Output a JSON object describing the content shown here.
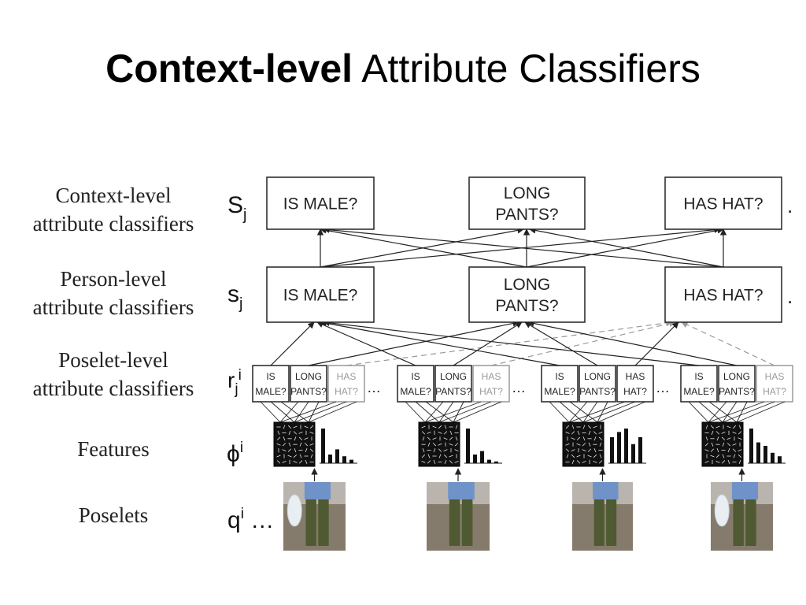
{
  "title": {
    "bold": "Context-level",
    "regular": " Attribute Classifiers"
  },
  "row_labels": {
    "context": [
      "Context-level",
      "attribute classifiers"
    ],
    "person": [
      "Person-level",
      "attribute classifiers"
    ],
    "poselet": [
      "Poselet-level",
      "attribute classifiers"
    ],
    "features": "Features",
    "poselets": "Poselets"
  },
  "symbols": {
    "context": {
      "main": "S",
      "sub": "j"
    },
    "person": {
      "main": "s",
      "sub": "j"
    },
    "poselet": {
      "main": "r",
      "sub": "j",
      "sup": "i"
    },
    "features": {
      "main": "ϕ",
      "sup": "i"
    },
    "poselets": {
      "main": "q",
      "sup": "i",
      "tail": " …"
    }
  },
  "context_boxes": [
    {
      "lines": [
        "IS MALE?"
      ]
    },
    {
      "lines": [
        "LONG",
        "PANTS?"
      ]
    },
    {
      "lines": [
        "HAS HAT?"
      ]
    }
  ],
  "person_boxes": [
    {
      "lines": [
        "IS MALE?"
      ]
    },
    {
      "lines": [
        "LONG",
        "PANTS?"
      ]
    },
    {
      "lines": [
        "HAS HAT?"
      ]
    }
  ],
  "trailing_dots": ".",
  "poselet_groups": [
    {
      "boxes": [
        {
          "lines": [
            "IS",
            "MALE?"
          ]
        },
        {
          "lines": [
            "LONG",
            "PANTS?"
          ]
        },
        {
          "lines": [
            "HAS",
            "HAT?"
          ],
          "faded": true
        }
      ],
      "ellipsis": "…"
    },
    {
      "boxes": [
        {
          "lines": [
            "IS",
            "MALE?"
          ]
        },
        {
          "lines": [
            "LONG",
            "PANTS?"
          ]
        },
        {
          "lines": [
            "HAS",
            "HAT?"
          ],
          "faded": true
        }
      ],
      "ellipsis": "…"
    },
    {
      "boxes": [
        {
          "lines": [
            "IS",
            "MALE?"
          ]
        },
        {
          "lines": [
            "LONG",
            "PANTS?"
          ]
        },
        {
          "lines": [
            "HAS",
            "HAT?"
          ]
        }
      ],
      "ellipsis": "…"
    },
    {
      "boxes": [
        {
          "lines": [
            "IS",
            "MALE?"
          ]
        },
        {
          "lines": [
            "LONG",
            "PANTS?"
          ]
        },
        {
          "lines": [
            "HAS",
            "HAT?"
          ],
          "faded": true
        }
      ],
      "ellipsis": ""
    }
  ],
  "histograms": [
    [
      1.0,
      0.25,
      0.4,
      0.2,
      0.1
    ],
    [
      1.0,
      0.25,
      0.35,
      0.1,
      0.05
    ],
    [
      0.75,
      0.9,
      1.0,
      0.55,
      0.75
    ],
    [
      1.0,
      0.6,
      0.5,
      0.3,
      0.2
    ]
  ],
  "colors": {
    "stroke": "#222222",
    "faded": "#999999",
    "sky_gray": "#b9b4ad",
    "ground": "#857b6c",
    "pants": "#4f5a32",
    "jacket": "#6f93c8",
    "bag": "#e9eef2"
  }
}
